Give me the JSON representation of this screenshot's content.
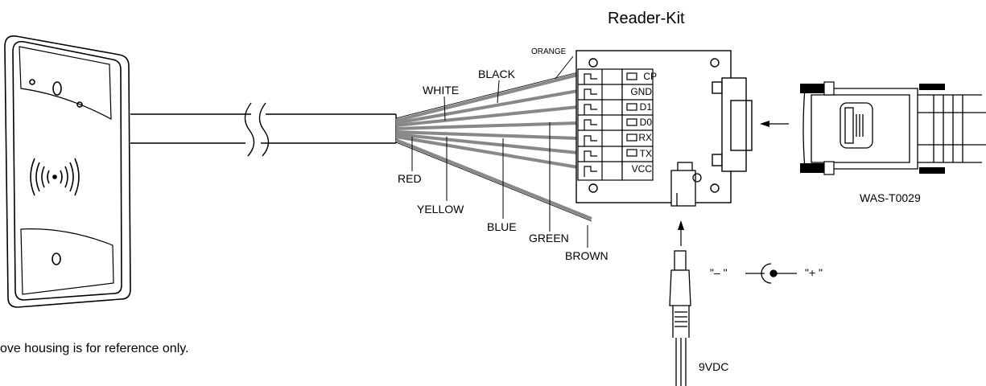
{
  "title": "Reader-Kit",
  "cable_part": "WAS-T0029",
  "power_label": "9VDC",
  "polarity": {
    "minus": "\"– \"",
    "plus": "\"+ \""
  },
  "note": "ove housing is for reference only.",
  "wires": {
    "orange": "ORANGE",
    "black": "BLACK",
    "white": "WHITE",
    "red": "RED",
    "yellow": "YELLOW",
    "blue": "BLUE",
    "green": "GREEN",
    "brown": "BROWN"
  },
  "terminals": [
    "CP",
    "GND",
    "D1",
    "D0",
    "RX",
    "TX",
    "VCC"
  ],
  "colors": {
    "line": "#000000",
    "wire": "#888888",
    "background": "#ffffff"
  },
  "icons": [
    "rfid-wave-icon",
    "arrow-left-icon",
    "arrow-up-icon",
    "dc-jack-symbol-icon"
  ]
}
